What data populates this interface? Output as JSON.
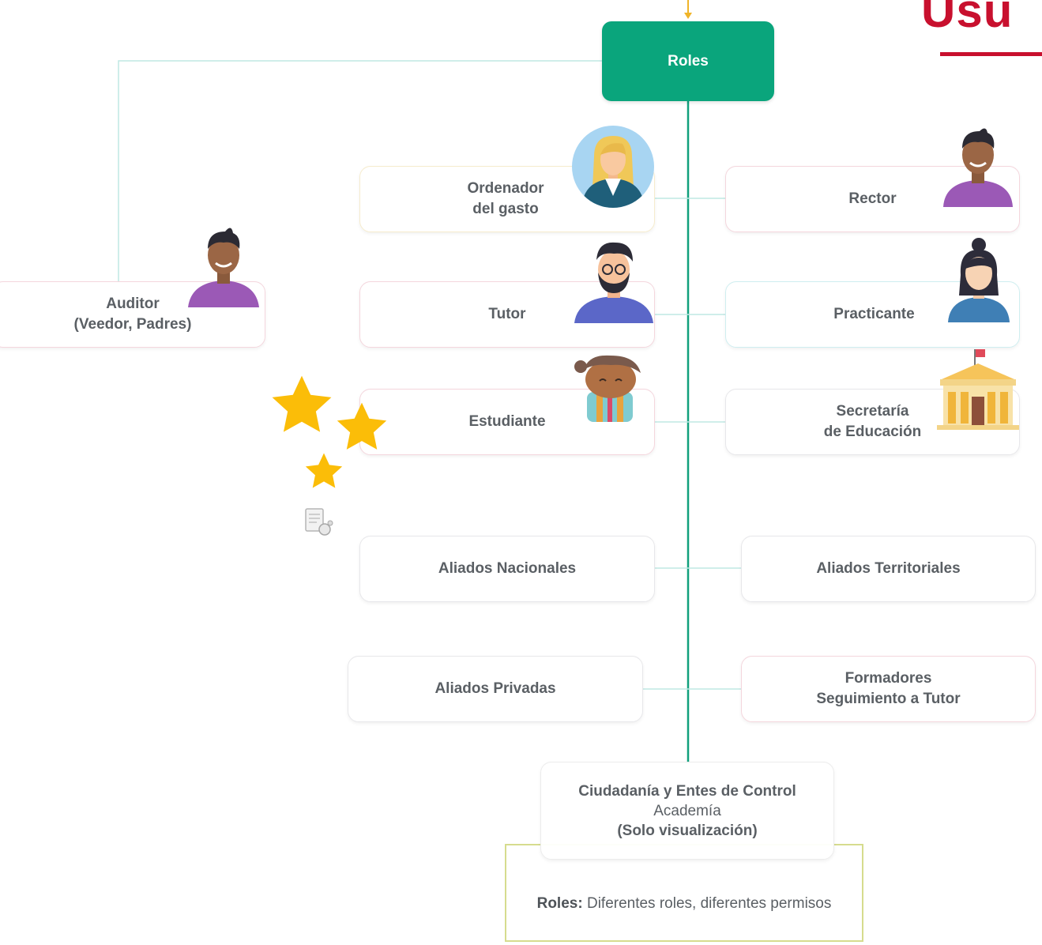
{
  "header": {
    "title_fragment": "Usu"
  },
  "diagram": {
    "root": "Roles",
    "nodes": {
      "ordenador": "Ordenador\ndel gasto",
      "rector": "Rector",
      "tutor": "Tutor",
      "practicante": "Practicante",
      "estudiante": "Estudiante",
      "secretaria": "Secretaría\nde Educación",
      "auditor": "Auditor\n(Veedor, Padres)",
      "aliados_nacionales": "Aliados Nacionales",
      "aliados_territoriales": "Aliados Territoriales",
      "aliados_privadas": "Aliados Privadas",
      "formadores": "Formadores\nSeguimiento a Tutor"
    },
    "ciudadania": {
      "line1": "Ciudadanía y Entes de Control",
      "line2": "Academía",
      "line3": "(Solo visualización)"
    },
    "note": {
      "bold": "Roles:",
      "text": " Diferentes roles, diferentes permisos"
    }
  },
  "colors": {
    "root": "#0aa57c",
    "trunk": "#11a07d",
    "brand": "#c8102e",
    "star": "#fbbd08",
    "note_border": "#d6dc8e"
  },
  "icons": [
    "woman-blonde-avatar",
    "man-avatar",
    "bearded-man-avatar",
    "woman-bun-avatar",
    "child-avatar",
    "school-building-icon",
    "star-icon",
    "document-icon",
    "down-arrow-icon"
  ]
}
